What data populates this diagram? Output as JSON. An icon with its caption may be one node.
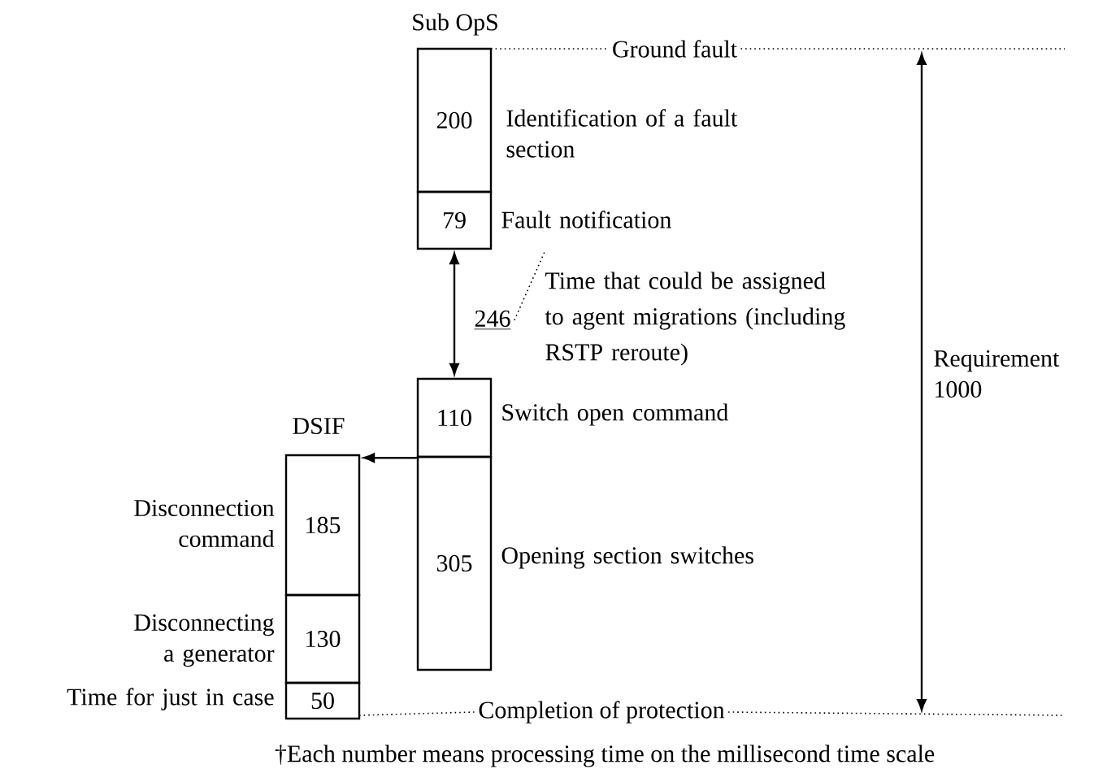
{
  "diagram": {
    "nodes": [
      {
        "text": [
          "200"
        ],
        "beside": [
          "Identification of a fault section"
        ]
      },
      {
        "text": [
          "79"
        ],
        "beside": [
          "Fault notification"
        ]
      },
      {
        "text": [
          "110"
        ],
        "beside": [
          "Switch open command"
        ]
      },
      {
        "text": [
          "305"
        ],
        "beside": [
          "Opening section switches"
        ]
      },
      {
        "text": [
          "185"
        ],
        "beside": [
          "Disconnection command"
        ]
      },
      {
        "text": [
          "130"
        ],
        "beside": [
          "Disconnecting a generator"
        ]
      },
      {
        "text": [
          "50"
        ],
        "beside": [
          "Time for just in case"
        ]
      },
      {
        "text": [
          "246"
        ]
      },
      {
        "text": [
          "Time that could be assigned to agent migrations (including RSTP reroute)"
        ]
      }
    ],
    "edges": [
      {
        "from": 1,
        "to": 2,
        "arrow": "both"
      },
      {
        "from": 2,
        "to": 4,
        "arrow": "to"
      },
      {
        "from": 7,
        "to": 8,
        "arrow": "none",
        "style": "dashed"
      }
    ],
    "labels": [
      "Sub OpS",
      "Ground fault",
      "DSIF",
      "Requirement 1000",
      "Completion of protection",
      "†Each number means processing time on the millisecond time scale"
    ]
  }
}
